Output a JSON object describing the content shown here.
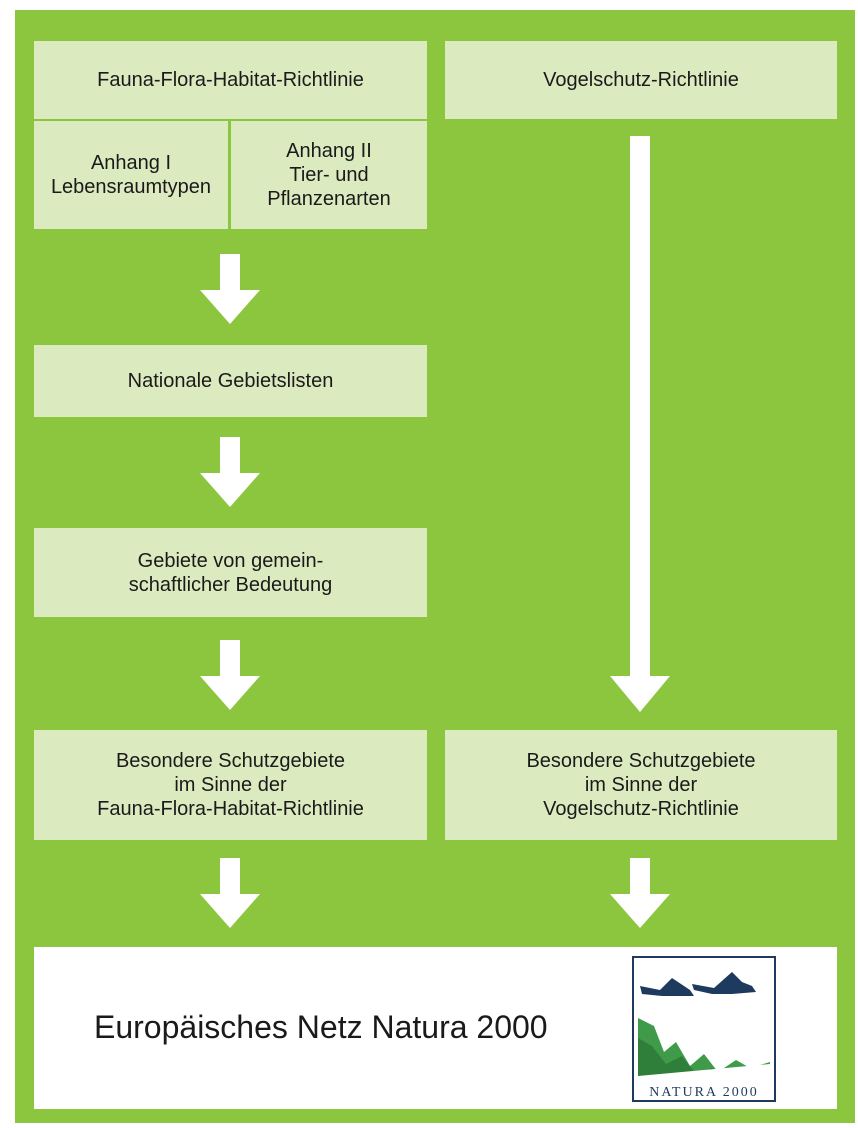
{
  "diagram": {
    "ffh_directive": "Fauna-Flora-Habitat-Richtlinie",
    "bird_directive": "Vogelschutz-Richtlinie",
    "annex1": "Anhang I\nLebensraumtypen",
    "annex2": "Anhang II\nTier- und\nPflanzenarten",
    "national_lists": "Nationale Gebietslisten",
    "sci_sites": "Gebiete von gemein-\nschaftlicher Bedeutung",
    "sac_ffh": "Besondere Schutzgebiete\nim Sinne der\nFauna-Flora-Habitat-Richtlinie",
    "spa_bird": "Besondere Schutzgebiete\nim Sinne der\nVogelschutz-Richtlinie",
    "network": "Europäisches Netz Natura 2000",
    "logo_text": "NATURA 2000"
  },
  "colors": {
    "panel_green": "#8cc63f",
    "box_fill": "#dceac0",
    "arrow": "#ffffff",
    "logo_green": "#3f9b4a",
    "logo_navy": "#1f3a5f"
  },
  "icons": {
    "arrow": "down-arrow-icon",
    "logo": "natura-2000-logo"
  }
}
